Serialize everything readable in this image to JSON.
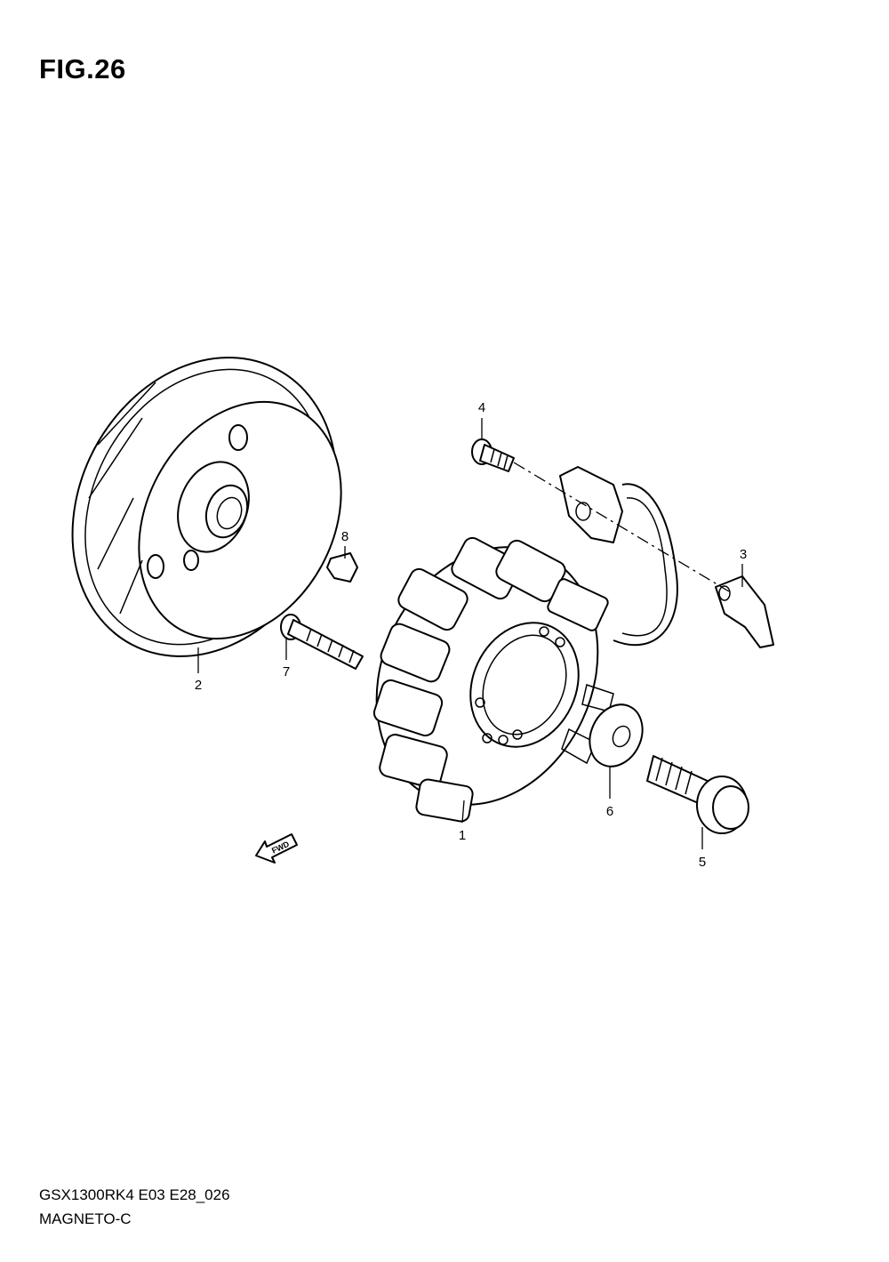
{
  "figure": {
    "title": "FIG.26"
  },
  "footer": {
    "model_code": "GSX1300RK4 E03 E28_026",
    "section_name": "MAGNETO-C"
  },
  "callouts": {
    "part_1": "1",
    "part_2": "2",
    "part_3": "3",
    "part_4": "4",
    "part_5": "5",
    "part_6": "6",
    "part_7": "7",
    "part_8": "8"
  },
  "direction_arrow": {
    "label": "FWD"
  }
}
